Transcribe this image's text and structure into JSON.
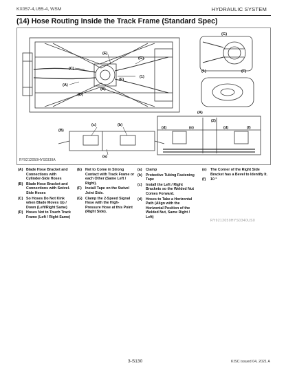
{
  "header": {
    "model": "KX057-4,U55-4, WSM",
    "section": "HYDRAULIC SYSTEM"
  },
  "title": "(14) Hose Routing Inside the Track Frame (Standard Spec)",
  "figure": {
    "code": "RY9212050HYS0339A",
    "callouts": {
      "A": "(A)",
      "B": "(B)",
      "C": "(C)",
      "D": "(D)",
      "E": "(E)",
      "F": "(F)",
      "G": "(G)",
      "a": "(a)",
      "b": "(b)",
      "c": "(c)",
      "d": "(d)",
      "e": "(e)",
      "f": "(f)",
      "n1": "(1)",
      "n2": "(2)"
    }
  },
  "legend": {
    "col1": [
      {
        "key": "(A)",
        "text": "Blade Hose Bracket and Connections with Cylinder-Side Hoses"
      },
      {
        "key": "(B)",
        "text": "Blade Hose Bracket and Connections with Swivel-Side Hoses"
      },
      {
        "key": "(C)",
        "text": "So Hoses Do Not Kink when Blade Moves Up / Down (Left/Right Same)"
      },
      {
        "key": "(D)",
        "text": "Hoses Not to Touch Track Frame (Left / Right Same)"
      }
    ],
    "col2": [
      {
        "key": "(E)",
        "text": "Not to Come in Strong Contact with Track Frame or each Other (Same Left / Right)."
      },
      {
        "key": "(F)",
        "text": "Install Tape on the Swivel Joint Side."
      },
      {
        "key": "(G)",
        "text": "Clamp the 2-Speed Signal Hose with the High-Pressure Hose at this Point (Right Side)."
      }
    ],
    "col3": [
      {
        "key": "(a)",
        "text": "Clamp"
      },
      {
        "key": "(b)",
        "text": "Protective Tubing Fastening Tape"
      },
      {
        "key": "(c)",
        "text": "Install the Left / Right Brackets so the Welded Nut Comes Forward."
      },
      {
        "key": "(d)",
        "text": "Hoses to Take a Horizontal Path (Align with the Horizontal Position of the Welded Nut, Same Right / Left)"
      }
    ],
    "col4": [
      {
        "key": "(e)",
        "text": "The Corner of the Right Side Bracket has a Bevel to Identify It."
      },
      {
        "key": "(f)",
        "text": "10 °"
      }
    ]
  },
  "reference_code": "RY9212050HYS0340US0",
  "footer": {
    "page": "3-S130",
    "issue": "KISC issued 04, 2021 A"
  }
}
